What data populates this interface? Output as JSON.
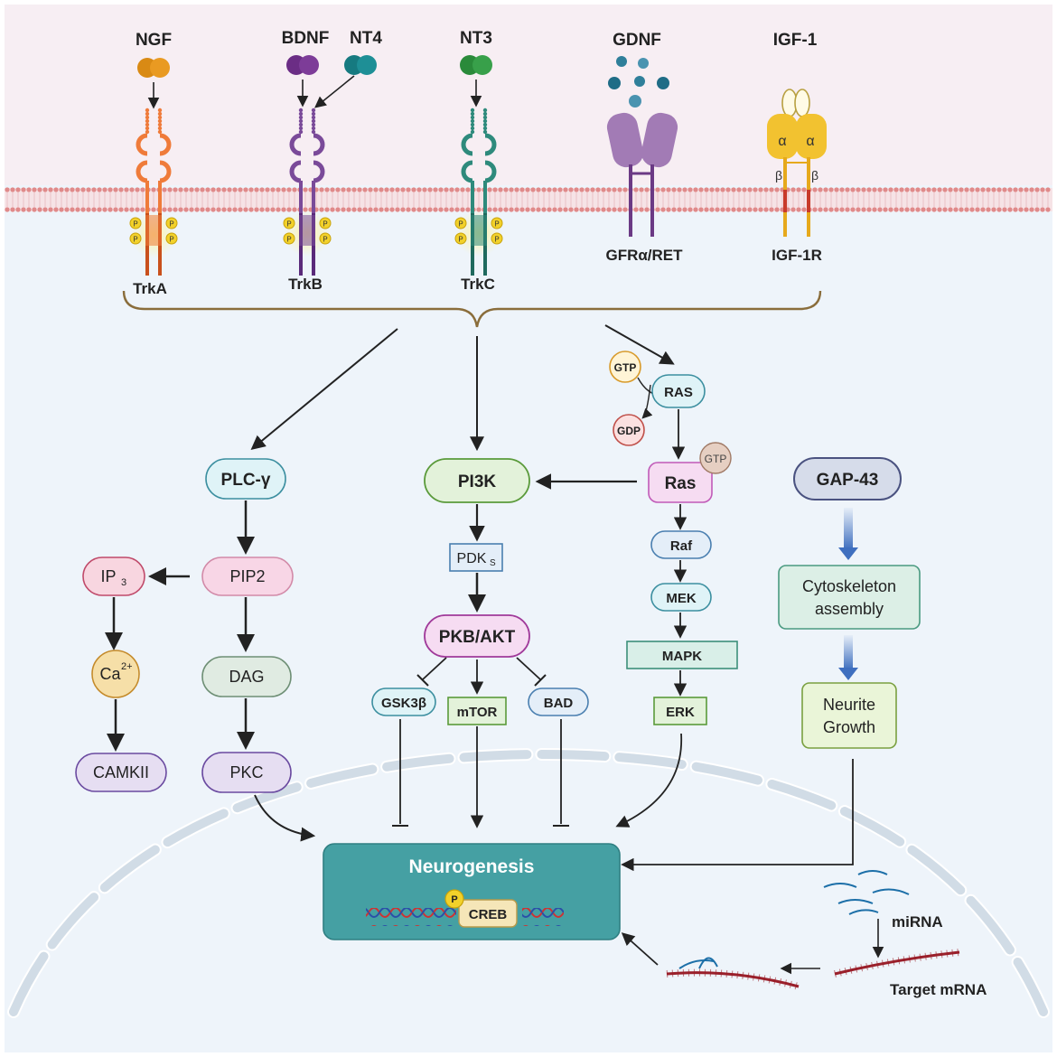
{
  "ligands": {
    "ngf": "NGF",
    "bdnf": "BDNF",
    "nt4": "NT4",
    "nt3": "NT3",
    "gdnf": "GDNF",
    "igf1": "IGF-1"
  },
  "receptors": {
    "trka": "TrkA",
    "trkb": "TrkB",
    "trkc": "TrkC",
    "gfra_ret": "GFRα/RET",
    "igf1r": "IGF-1R",
    "alpha": "α",
    "beta": "β",
    "phospho": "P"
  },
  "nodes": {
    "plc_gamma": "PLC-γ",
    "pip2": "PIP2",
    "ip3": "IP",
    "ip3_sub": "3",
    "ca": "Ca",
    "ca_sup": "2+",
    "camkii": "CAMKII",
    "dag": "DAG",
    "pkc": "PKC",
    "pi3k": "PI3K",
    "pdks": "PDK",
    "pdks_sub": "S",
    "pkb_akt": "PKB/AKT",
    "gsk3b": "GSK3β",
    "mtor": "mTOR",
    "bad": "BAD",
    "gtp": "GTP",
    "gdp": "GDP",
    "ras_top": "RAS",
    "ras": "Ras",
    "ras_gtp": "GTP",
    "raf": "Raf",
    "mek": "MEK",
    "mapk": "MAPK",
    "erk": "ERK",
    "gap43": "GAP-43",
    "cyto_line1": "Cytoskeleton",
    "cyto_line2": "assembly",
    "neurite_line1": "Neurite",
    "neurite_line2": "Growth"
  },
  "nucleus": {
    "title": "Neurogenesis",
    "creb": "CREB",
    "creb_p": "P"
  },
  "rna": {
    "mirna": "miRNA",
    "target_mrna": "Target mRNA"
  },
  "colors": {
    "extracellular": "#f7eef3",
    "cytoplasm": "#eef4fa",
    "membrane_head": "#e08a8a",
    "trka": "#ef7b3a",
    "trkb": "#7a4a99",
    "trkc": "#2e8a7c",
    "gfra": "#a27bb5",
    "igf": "#f2c230",
    "nucleus_box": "#45a0a3",
    "bracket": "#8a6d3b"
  }
}
